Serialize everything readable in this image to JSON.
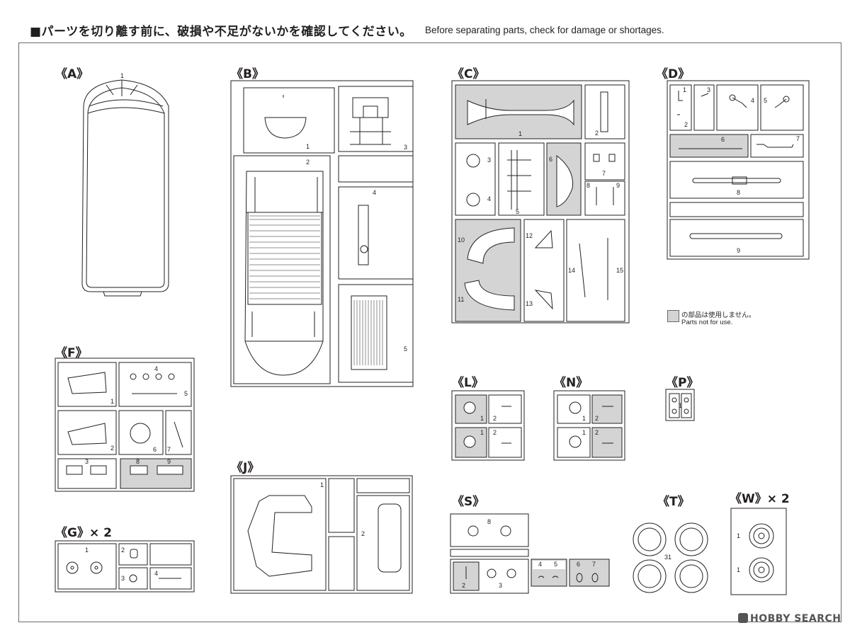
{
  "header": {
    "title_ja": "■パーツを切り離す前に、破損や不足がないかを確認してください。",
    "title_en": "Before separating parts, check for damage or shortages."
  },
  "groups": {
    "A": "《A》",
    "B": "《B》",
    "C": "《C》",
    "D": "《D》",
    "F": "《F》",
    "G": "《G》× 2",
    "J": "《J》",
    "L": "《L》",
    "N": "《N》",
    "P": "《P》",
    "S": "《S》",
    "T": "《T》",
    "W": "《W》× 2"
  },
  "legend": {
    "ja": "の部品は使用しません。",
    "en": "Parts not for use."
  },
  "watermark": "HOBBY SEARCH",
  "part_numbers": {
    "A": [
      "1"
    ],
    "B": [
      "1",
      "2",
      "3",
      "4",
      "5"
    ],
    "C": [
      "1",
      "2",
      "3",
      "4",
      "5",
      "6",
      "7",
      "8",
      "9",
      "10",
      "11",
      "12",
      "13",
      "14",
      "15"
    ],
    "D": [
      "1",
      "2",
      "3",
      "4",
      "5",
      "6",
      "7",
      "8",
      "9"
    ],
    "F": [
      "1",
      "2",
      "3",
      "4",
      "5",
      "6",
      "7",
      "8",
      "9"
    ],
    "G": [
      "1",
      "2",
      "3",
      "4"
    ],
    "J": [
      "1",
      "2"
    ],
    "L": [
      "1",
      "2",
      "1",
      "2"
    ],
    "N": [
      "1",
      "2",
      "1",
      "2"
    ],
    "P": [
      "1"
    ],
    "S": [
      "8",
      "2",
      "3",
      "4",
      "5",
      "6",
      "7"
    ],
    "T": [
      "31"
    ],
    "W": [
      "1",
      "1"
    ]
  },
  "colors": {
    "line": "#231f20",
    "unused_fill": "#d4d4d4"
  }
}
